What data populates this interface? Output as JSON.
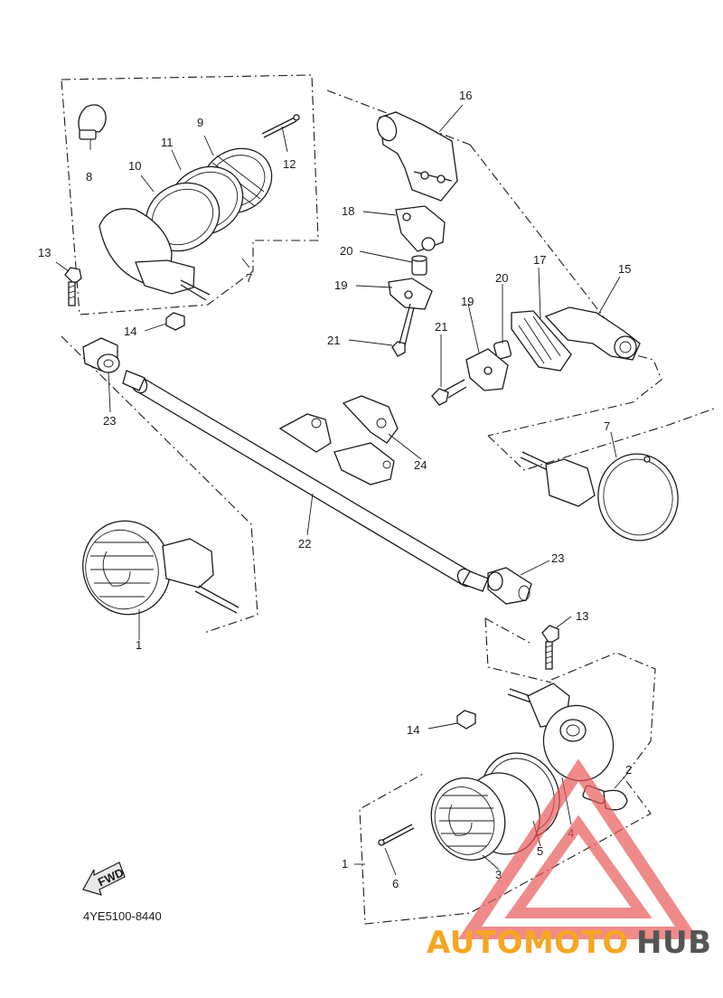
{
  "diagram_code": "4YE5100-8440",
  "fwd_label": "FWD",
  "watermark": {
    "part1": "AUTOMOTO",
    "part2": "HUB",
    "color1": "#f5a623",
    "color2": "#555555",
    "triangle_color": "#e85a5a"
  },
  "callouts": [
    "1",
    "2",
    "3",
    "4",
    "5",
    "6",
    "7",
    "8",
    "9",
    "10",
    "11",
    "12",
    "13",
    "14",
    "15",
    "16",
    "17",
    "18",
    "19",
    "20",
    "21",
    "22",
    "23",
    "24"
  ]
}
